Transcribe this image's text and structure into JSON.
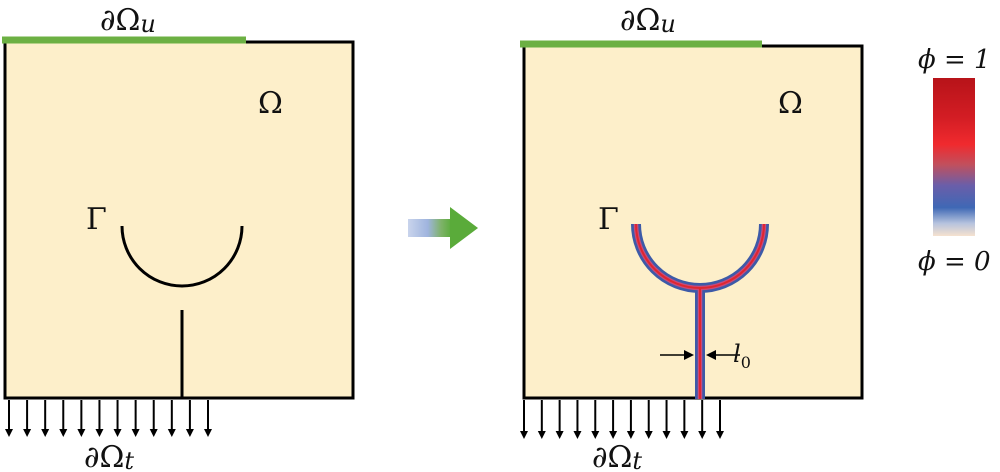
{
  "colors": {
    "domain_fill": "#fdefca",
    "boundary_stroke": "#000000",
    "dirichlet_boundary": "#6cb043",
    "arrow_green": "#5aab3a",
    "crack_line": "#000000",
    "phase_field_outer": "#3d5aa8",
    "phase_field_inner": "#d3262f",
    "colorbar_top": "#c4141b",
    "colorbar_mid_red": "#ea2a2c",
    "colorbar_mid_blue": "#5a66b3",
    "colorbar_bottom": "#f3e3d3"
  },
  "left_panel": {
    "top_boundary_label": "∂Ω",
    "top_boundary_sub": "u",
    "domain_label": "Ω",
    "crack_label": "Γ",
    "bottom_boundary_label": "∂Ω",
    "bottom_boundary_sub": "t"
  },
  "right_panel": {
    "top_boundary_label": "∂Ω",
    "top_boundary_sub": "u",
    "domain_label": "Ω",
    "crack_label": "Γ",
    "width_label": "l",
    "width_sub": "0",
    "bottom_boundary_label": "∂Ω",
    "bottom_boundary_sub": "t"
  },
  "colorbar": {
    "top_label": "ϕ = 1",
    "bottom_label": "ϕ = 0",
    "top_value": 1,
    "bottom_value": 0
  },
  "traction_arrow_count": 12
}
